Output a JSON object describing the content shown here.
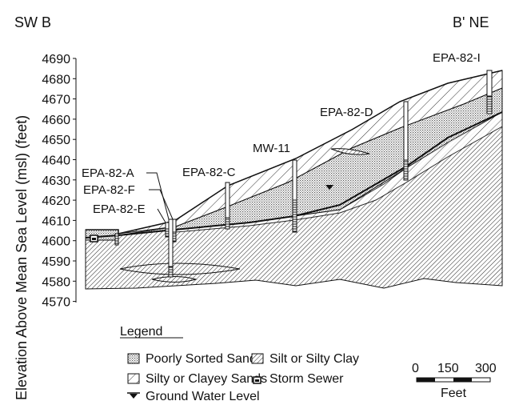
{
  "section": {
    "left_label": "SW B",
    "right_label": "B' NE"
  },
  "y_axis": {
    "label": "Elevation Above Mean Sea Level (msl) (feet)",
    "ticks": [
      "4690",
      "4680",
      "4670",
      "4660",
      "4650",
      "4640",
      "4630",
      "4620",
      "4610",
      "4600",
      "4590",
      "4580",
      "4570"
    ]
  },
  "wells": {
    "epa82a": "EPA-82-A",
    "epa82f": "EPA-82-F",
    "epa82e": "EPA-82-E",
    "epa82c": "EPA-82-C",
    "mw11": "MW-11",
    "epa82d": "EPA-82-D",
    "epa82i": "EPA-82-I"
  },
  "legend": {
    "title": "Legend",
    "poorly_sorted": "Poorly Sorted Sands",
    "silt_clay": "Silt or Silty Clay",
    "silty_sands": "Silty or Clayey Sands",
    "storm_sewer": "Storm Sewer",
    "gw_level": "Ground Water Level"
  },
  "scale_bar": {
    "ticks": [
      "0",
      "150",
      "300"
    ],
    "unit": "Feet"
  },
  "colors": {
    "stipple": "#bdbdbd",
    "line": "#111111"
  }
}
